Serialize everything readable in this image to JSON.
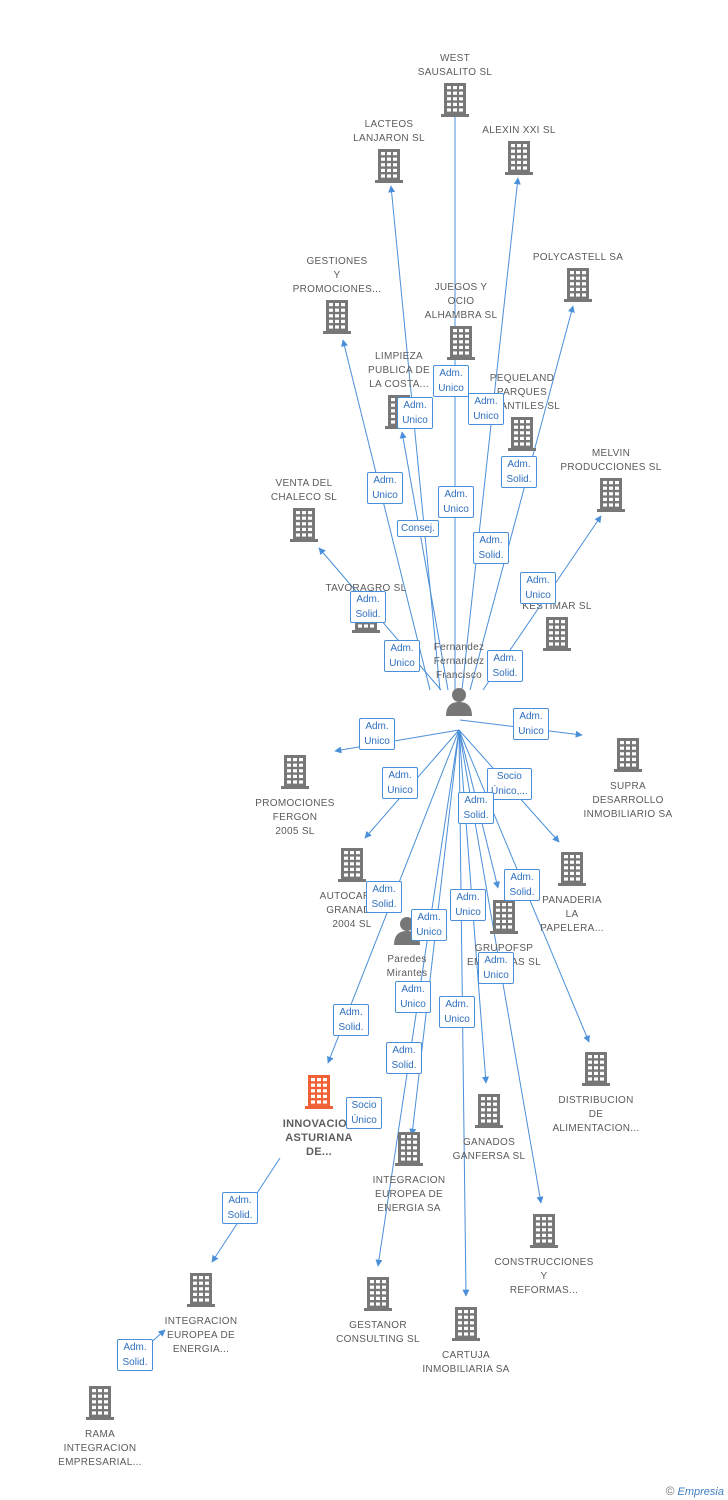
{
  "colors": {
    "edge": "#4a8fd9",
    "building": "#777777",
    "focus_building": "#f06236",
    "person": "#777777"
  },
  "nodes": [
    {
      "id": "west",
      "kind": "company",
      "label": "WEST\nSAUSALITO SL",
      "pos": "top"
    },
    {
      "id": "lacteos",
      "kind": "company",
      "label": "LACTEOS\nLANJARON  SL",
      "pos": "top"
    },
    {
      "id": "alexin",
      "kind": "company",
      "label": "ALEXIN XXI SL",
      "pos": "top"
    },
    {
      "id": "gestiones",
      "kind": "company",
      "label": "GESTIONES\nY\nPROMOCIONES...",
      "pos": "top"
    },
    {
      "id": "polycastell",
      "kind": "company",
      "label": "POLYCASTELL SA",
      "pos": "top"
    },
    {
      "id": "juegos",
      "kind": "company",
      "label": "JUEGOS Y\nOCIO\nALHAMBRA SL",
      "pos": "top"
    },
    {
      "id": "limpieza",
      "kind": "company",
      "label": "LIMPIEZA\nPUBLICA DE\nLA COSTA...",
      "pos": "top"
    },
    {
      "id": "pequeland",
      "kind": "company",
      "label": "PEQUELAND\nPARQUES\nINFANTILES SL",
      "pos": "top"
    },
    {
      "id": "melvin",
      "kind": "company",
      "label": "MELVIN\nPRODUCCIONES SL",
      "pos": "top"
    },
    {
      "id": "venta",
      "kind": "company",
      "label": "VENTA DEL\nCHALECO SL",
      "pos": "top"
    },
    {
      "id": "tavoragro",
      "kind": "company",
      "label": "TAVORAGRO SL",
      "pos": "top"
    },
    {
      "id": "kestimar",
      "kind": "company",
      "label": "KESTIMAR SL",
      "pos": "top"
    },
    {
      "id": "fernandez",
      "kind": "person",
      "label": "Fernandez\nFernandez\nFrancisco",
      "pos": "top"
    },
    {
      "id": "promociones",
      "kind": "company",
      "label": "PROMOCIONES\nFERGON\n2005 SL",
      "pos": "bottom"
    },
    {
      "id": "supra",
      "kind": "company",
      "label": "SUPRA\nDESARROLLO\nINMOBILIARIO SA",
      "pos": "bottom"
    },
    {
      "id": "autocares",
      "kind": "company",
      "label": "AUTOCARES\nGRANADA\n2004 SL",
      "pos": "bottom"
    },
    {
      "id": "panaderia",
      "kind": "company",
      "label": "PANADERIA\nLA\nPAPELERA...",
      "pos": "bottom"
    },
    {
      "id": "paredes",
      "kind": "person",
      "label": "Paredes\nMirantes\nF...",
      "pos": "bottom"
    },
    {
      "id": "grupofsp",
      "kind": "company",
      "label": "GRUPOFSP\nEMPRESAS SL",
      "pos": "bottom"
    },
    {
      "id": "distribucion",
      "kind": "company",
      "label": "DISTRIBUCION\nDE\nALIMENTACION...",
      "pos": "bottom"
    },
    {
      "id": "innovacion",
      "kind": "focus",
      "label": "INNOVACION\nASTURIANA\nDE...",
      "pos": "bottom"
    },
    {
      "id": "ganados",
      "kind": "company",
      "label": "GANADOS\nGANFERSA SL",
      "pos": "bottom"
    },
    {
      "id": "integ_sa",
      "kind": "company",
      "label": "INTEGRACION\nEUROPEA DE\nENERGIA SA",
      "pos": "bottom"
    },
    {
      "id": "construcciones",
      "kind": "company",
      "label": "CONSTRUCCIONES\nY\nREFORMAS...",
      "pos": "bottom"
    },
    {
      "id": "integ_dots",
      "kind": "company",
      "label": "INTEGRACION\nEUROPEA DE\nENERGIA...",
      "pos": "bottom"
    },
    {
      "id": "gestanor",
      "kind": "company",
      "label": "GESTANOR\nCONSULTING SL",
      "pos": "bottom"
    },
    {
      "id": "cartuja",
      "kind": "company",
      "label": "CARTUJA\nINMOBILIARIA SA",
      "pos": "bottom"
    },
    {
      "id": "rama",
      "kind": "company",
      "label": "RAMA\nINTEGRACION\nEMPRESARIAL...",
      "pos": "bottom"
    }
  ],
  "relations": [
    {
      "id": "r1",
      "text": "Adm.\nUnico"
    },
    {
      "id": "r2",
      "text": "Adm.\nUnico"
    },
    {
      "id": "r3",
      "text": "Adm.\nUnico"
    },
    {
      "id": "r4",
      "text": "Adm.\nSolid."
    },
    {
      "id": "r5",
      "text": "Adm.\nUnico"
    },
    {
      "id": "r6",
      "text": "Adm.\nUnico"
    },
    {
      "id": "r7",
      "text": "Consej."
    },
    {
      "id": "r8",
      "text": "Adm.\nSolid."
    },
    {
      "id": "r9",
      "text": "Adm.\nUnico"
    },
    {
      "id": "r10",
      "text": "Adm.\nSolid."
    },
    {
      "id": "r11",
      "text": "Adm.\nUnico"
    },
    {
      "id": "r12",
      "text": "Adm.\nSolid."
    },
    {
      "id": "r13",
      "text": "Adm.\nUnico"
    },
    {
      "id": "r14",
      "text": "Adm.\nUnico"
    },
    {
      "id": "r15",
      "text": "Adm.\nUnico"
    },
    {
      "id": "r16",
      "text": "Socio\nÚnico,..."
    },
    {
      "id": "r17",
      "text": "Adm.\nSolid."
    },
    {
      "id": "r18",
      "text": "Adm.\nSolid."
    },
    {
      "id": "r19",
      "text": "Adm.\nUnico"
    },
    {
      "id": "r20",
      "text": "Adm.\nSolid."
    },
    {
      "id": "r21",
      "text": "Adm.\nUnico"
    },
    {
      "id": "r22",
      "text": "Adm.\nSolid."
    },
    {
      "id": "r23",
      "text": "Adm.\nUnico"
    },
    {
      "id": "r24",
      "text": "Adm.\nUnico"
    },
    {
      "id": "r25",
      "text": "Adm.\nUnico"
    },
    {
      "id": "r26",
      "text": "Adm.\nSolid."
    },
    {
      "id": "r27",
      "text": "Socio\nÚnico"
    },
    {
      "id": "r28",
      "text": "Adm.\nSolid."
    },
    {
      "id": "r29",
      "text": "Adm.\nSolid."
    }
  ],
  "footer": {
    "copyright": "©",
    "brand": "Empresia"
  }
}
